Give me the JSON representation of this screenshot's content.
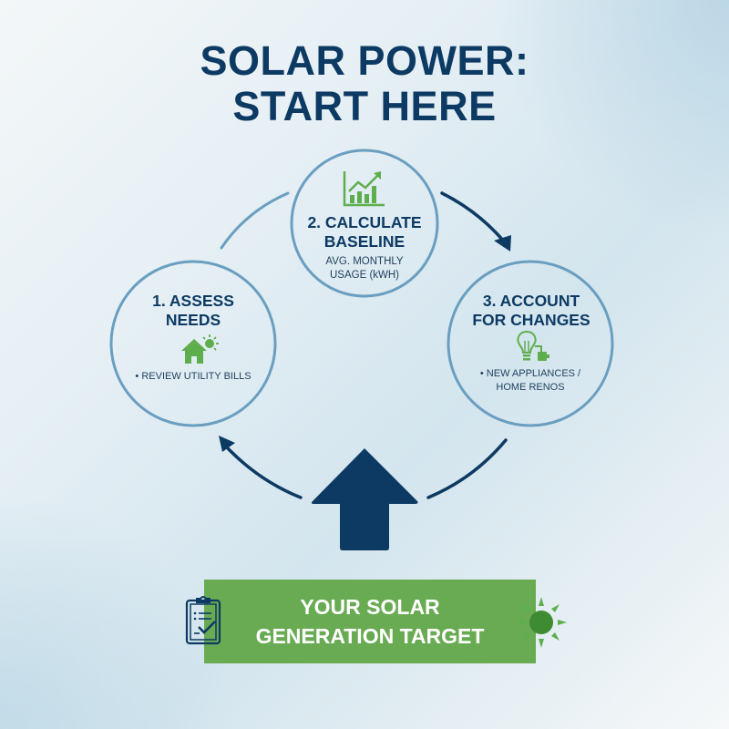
{
  "title": {
    "line1": "SOLAR POWER:",
    "line2": "START HERE"
  },
  "steps": [
    {
      "number": 1,
      "title_line1": "1. ASSESS",
      "title_line2": "NEEDS",
      "icon": "house-with-sun-icon",
      "bullet": "• REVIEW UTILITY BILLS"
    },
    {
      "number": 2,
      "title_line1": "2. CALCULATE",
      "title_line2": "BASELINE",
      "icon": "bar-chart-trend-icon",
      "sub_line1": "AVG. MONTHLY",
      "sub_line2": "USAGE (kWH)"
    },
    {
      "number": 3,
      "title_line1": "3. ACCOUNT",
      "title_line2": "FOR CHANGES",
      "icon": "lightbulb-plug-icon",
      "bullet_line1": "• NEW APPLIANCES /",
      "bullet_line2": "HOME RENOS"
    }
  ],
  "target": {
    "line1": "YOUR SOLAR",
    "line2": "GENERATION TARGET",
    "left_icon": "clipboard-check-icon",
    "right_icon": "sun-icon"
  },
  "colors": {
    "navy": "#0d3a63",
    "circle_stroke": "#6a9ec0",
    "green": "#69ab53",
    "icon_green": "#5fae4e"
  }
}
